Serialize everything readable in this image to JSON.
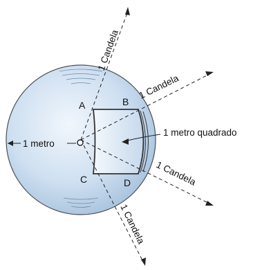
{
  "diagram": {
    "labels": {
      "candela": "1 Candela",
      "radius": "1 metro",
      "area": "1 metro quadrado"
    },
    "points": {
      "a": "A",
      "b": "B",
      "c": "C",
      "d": "D"
    },
    "colors": {
      "sphere_fill": "#c9dcef",
      "sphere_stroke": "#4a4f55",
      "patch_fill": "#e4eef8",
      "line": "#222222",
      "text": "#111111"
    }
  }
}
